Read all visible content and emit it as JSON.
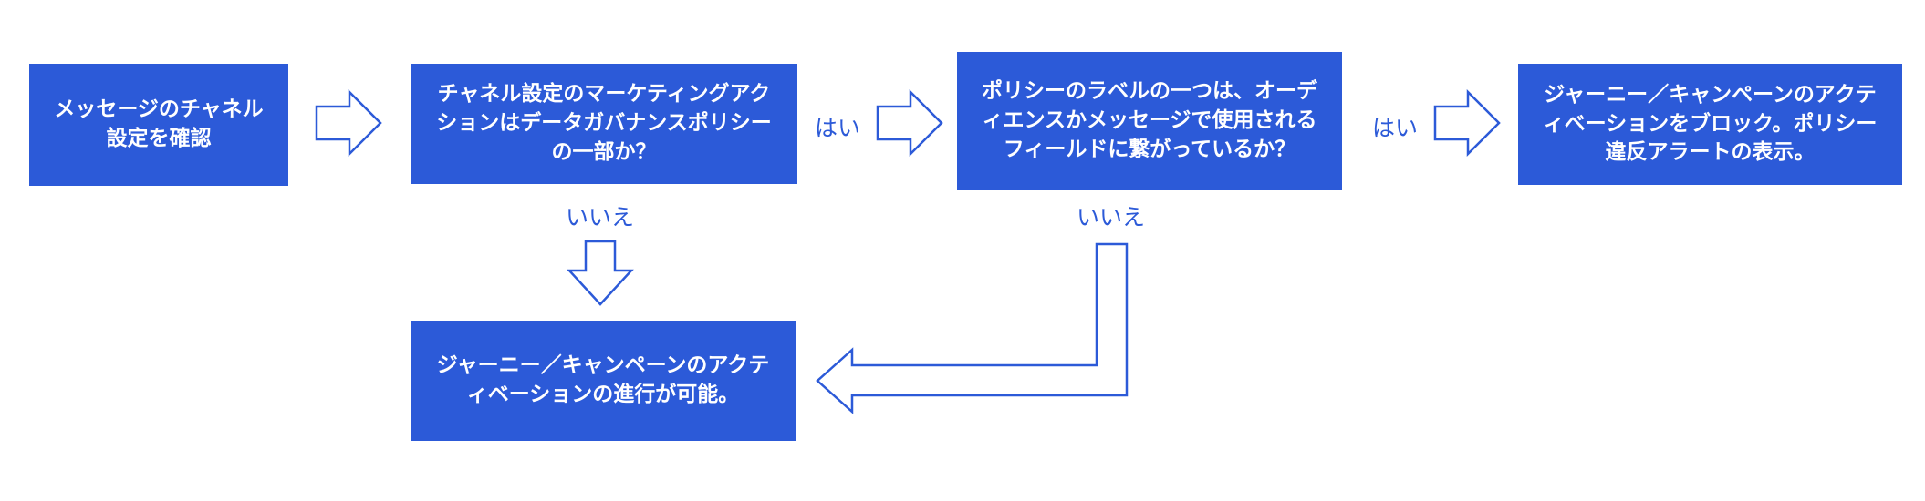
{
  "colors": {
    "box_fill": "#2c5ad8",
    "box_text": "#ffffff",
    "arrow_stroke": "#2c5ad8",
    "label_text": "#2c5ad8"
  },
  "nodes": {
    "check": "メッセージのチャネル設定を確認",
    "q1": "チャネル設定のマーケティングアクションはデータガバナンスポリシーの一部か？",
    "q2": "ポリシーのラベルの一つは、オーディエンスかメッセージで使用されるフィールドに繋がっているか？",
    "block": "ジャーニー／キャンペーンのアクティベーションをブロック。ポリシー違反アラートの表示。",
    "proceed": "ジャーニー／キャンペーンのアクティベーションの進行が可能。"
  },
  "labels": {
    "yes1": "はい",
    "yes2": "はい",
    "no1": "いいえ",
    "no2": "いいえ"
  }
}
